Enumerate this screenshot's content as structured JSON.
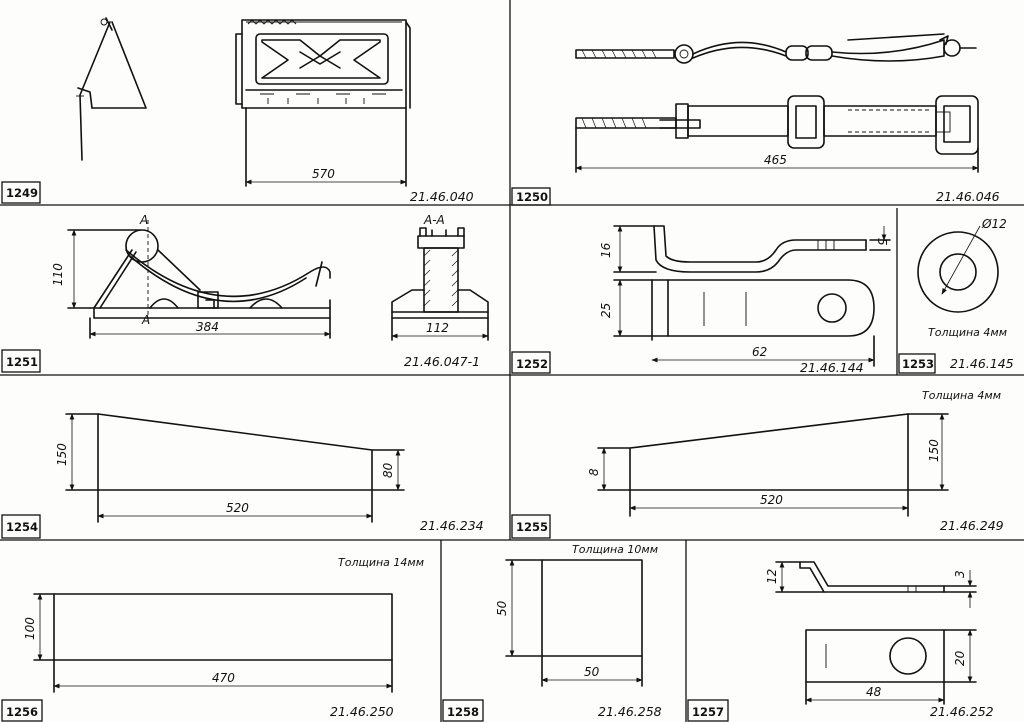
{
  "cells": [
    {
      "number": "1249",
      "code": "21.46.040",
      "dims": [
        "570"
      ]
    },
    {
      "number": "1250",
      "code": "21.46.046",
      "dims": [
        "465"
      ]
    },
    {
      "number": "1251",
      "code": "21.46.047-1",
      "dims": [
        "110",
        "384",
        "112"
      ],
      "section_mark": "А",
      "section_label": "А-А"
    },
    {
      "number": "1252",
      "code": "21.46.144",
      "dims": [
        "16",
        "5",
        "25",
        "62"
      ]
    },
    {
      "number": "1253",
      "code": "21.46.145",
      "dims": [
        "Ø12"
      ],
      "note": "Толщина 4мм"
    },
    {
      "number": "1254",
      "code": "21.46.234",
      "dims": [
        "150",
        "80",
        "520"
      ]
    },
    {
      "number": "1255",
      "code": "21.46.249",
      "dims": [
        "8",
        "150",
        "520"
      ],
      "note": "Толщина 4мм"
    },
    {
      "number": "1256",
      "code": "21.46.250",
      "dims": [
        "100",
        "470"
      ],
      "note": "Толщина 14мм"
    },
    {
      "number": "1258",
      "code": "21.46.258",
      "dims": [
        "50",
        "50"
      ],
      "note": "Толщина 10мм"
    },
    {
      "number": "1257",
      "code": "21.46.252",
      "dims": [
        "12",
        "3",
        "20",
        "48"
      ]
    }
  ],
  "colors": {
    "ink": "#111111",
    "paper": "#fdfdfb"
  }
}
